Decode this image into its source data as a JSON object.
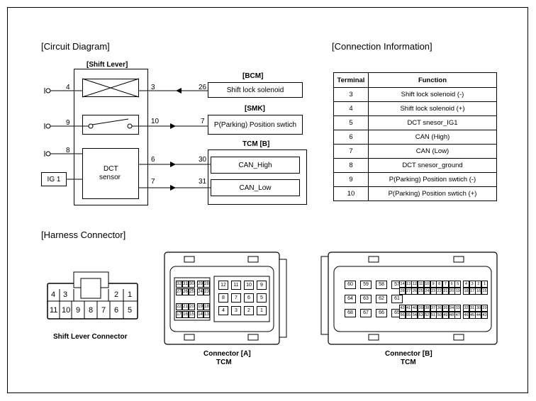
{
  "sections": {
    "circuit": "[Circuit  Diagram]",
    "connection": "[Connection Information]",
    "harness": "[Harness Connector]"
  },
  "circuit": {
    "shift_lever": "[Shift Lever]",
    "bcm": "[BCM]",
    "smk": "[SMK]",
    "tcm": "TCM [B]",
    "dct_sensor_line1": "DCT",
    "dct_sensor_line2": "sensor",
    "ig1": "IG 1",
    "pins_left": [
      "4",
      "9",
      "8"
    ],
    "pins_right": [
      "3",
      "10",
      "6",
      "7"
    ],
    "remote_pins": [
      "26",
      "7",
      "30",
      "31"
    ],
    "bcm_box": "Shift lock solenoid",
    "smk_box": "P(Parking) Position swtich",
    "tcm_box_high": "CAN_High",
    "tcm_box_low": "CAN_Low"
  },
  "connection_table": {
    "headers": [
      "Terminal",
      "Function"
    ],
    "rows": [
      [
        "3",
        "Shift lock solenoid (-)"
      ],
      [
        "4",
        "Shift lock solenoid (+)"
      ],
      [
        "5",
        "DCT snesor_IG1"
      ],
      [
        "6",
        "CAN (High)"
      ],
      [
        "7",
        "CAN (Low)"
      ],
      [
        "8",
        "DCT snesor_ground"
      ],
      [
        "9",
        "P(Parking) Position swtich (-)"
      ],
      [
        "10",
        "P(Parking) Position swtich (+)"
      ]
    ]
  },
  "harness": {
    "shift_lever_connector": {
      "label": "Shift Lever Connector",
      "top_pins": [
        "4",
        "3",
        "2",
        "1"
      ],
      "bottom_pins": [
        "11",
        "10",
        "9",
        "8",
        "7",
        "6",
        "5"
      ]
    },
    "connector_a": {
      "line1": "Connector [A]",
      "line2": "TCM",
      "rows": [
        [
          "32",
          "31",
          "30",
          "29",
          "28"
        ],
        [
          "27",
          "26",
          "25",
          "24",
          "23"
        ],
        [
          "22",
          "21",
          "20",
          "19",
          "18"
        ],
        [
          "17",
          "16",
          "15",
          "14",
          "13"
        ]
      ],
      "big_pins": [
        [
          "12",
          "11",
          "10",
          "9"
        ],
        [
          "8",
          "7",
          "6",
          "5"
        ],
        [
          "4",
          "3",
          "2",
          "1"
        ]
      ]
    },
    "connector_b": {
      "line1": "Connector [B]",
      "line2": "TCM",
      "top_small": [
        "14",
        "13",
        "12",
        "11",
        "10",
        "9",
        "8",
        "7",
        "6",
        "5",
        "4",
        "3",
        "2",
        "1"
      ],
      "row2": [
        "28",
        "27",
        "26",
        "25",
        "24",
        "23",
        "22",
        "21",
        "20",
        "19",
        "18",
        "17",
        "16",
        "15"
      ],
      "row3": [
        "42",
        "41",
        "40",
        "39",
        "38",
        "37",
        "36",
        "35",
        "34",
        "33",
        "32",
        "31",
        "30",
        "29"
      ],
      "row4": [
        "56",
        "55",
        "54",
        "53",
        "52",
        "51",
        "50",
        "49",
        "48",
        "47",
        "46",
        "45",
        "44",
        "43"
      ],
      "big_top": [
        "60",
        "59",
        "58",
        "57"
      ],
      "big_mid": [
        "64",
        "63",
        "62",
        "61"
      ],
      "big_bot": [
        "68",
        "67",
        "66",
        "65"
      ]
    }
  }
}
